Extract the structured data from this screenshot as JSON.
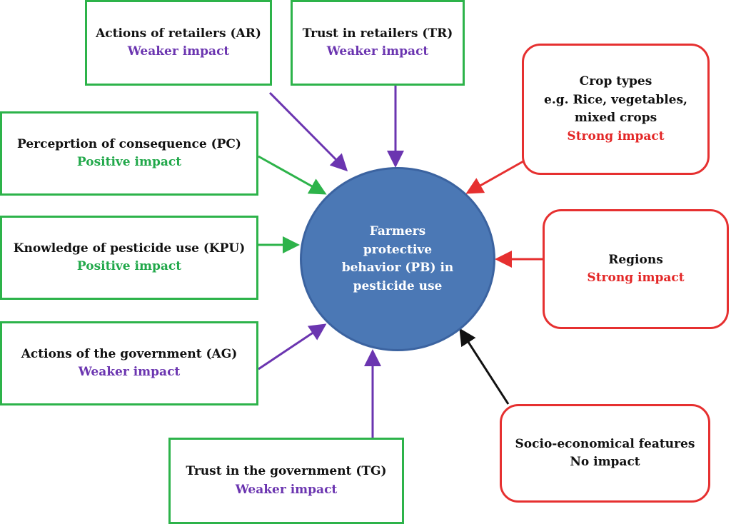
{
  "center": {
    "lines": [
      "Farmers",
      "protective",
      "behavior (PB) in",
      "pesticide use"
    ]
  },
  "factors": {
    "ar": {
      "label": "Actions of retailers (AR)",
      "impact": "Weaker impact"
    },
    "tr": {
      "label": "Trust in retailers (TR)",
      "impact": "Weaker impact"
    },
    "pc": {
      "label": "Perceprtion of consequence (PC)",
      "impact": "Positive impact"
    },
    "kpu": {
      "label": "Knowledge of pesticide use (KPU)",
      "impact": "Positive impact"
    },
    "ag": {
      "label": "Actions of the government (AG)",
      "impact": "Weaker impact"
    },
    "tg": {
      "label": "Trust in the government (TG)",
      "impact": "Weaker impact"
    },
    "crop": {
      "lines": [
        "Crop types",
        "e.g. Rice, vegetables,",
        "mixed crops"
      ],
      "impact": "Strong impact"
    },
    "regions": {
      "label": "Regions",
      "impact": "Strong impact"
    },
    "socio": {
      "label": "Socio-economical features",
      "impact": "No impact"
    }
  },
  "colors": {
    "green": "#2db34a",
    "purple": "#6b35b0",
    "red": "#e63030",
    "black": "#111111",
    "circle": "#4b78b5"
  }
}
